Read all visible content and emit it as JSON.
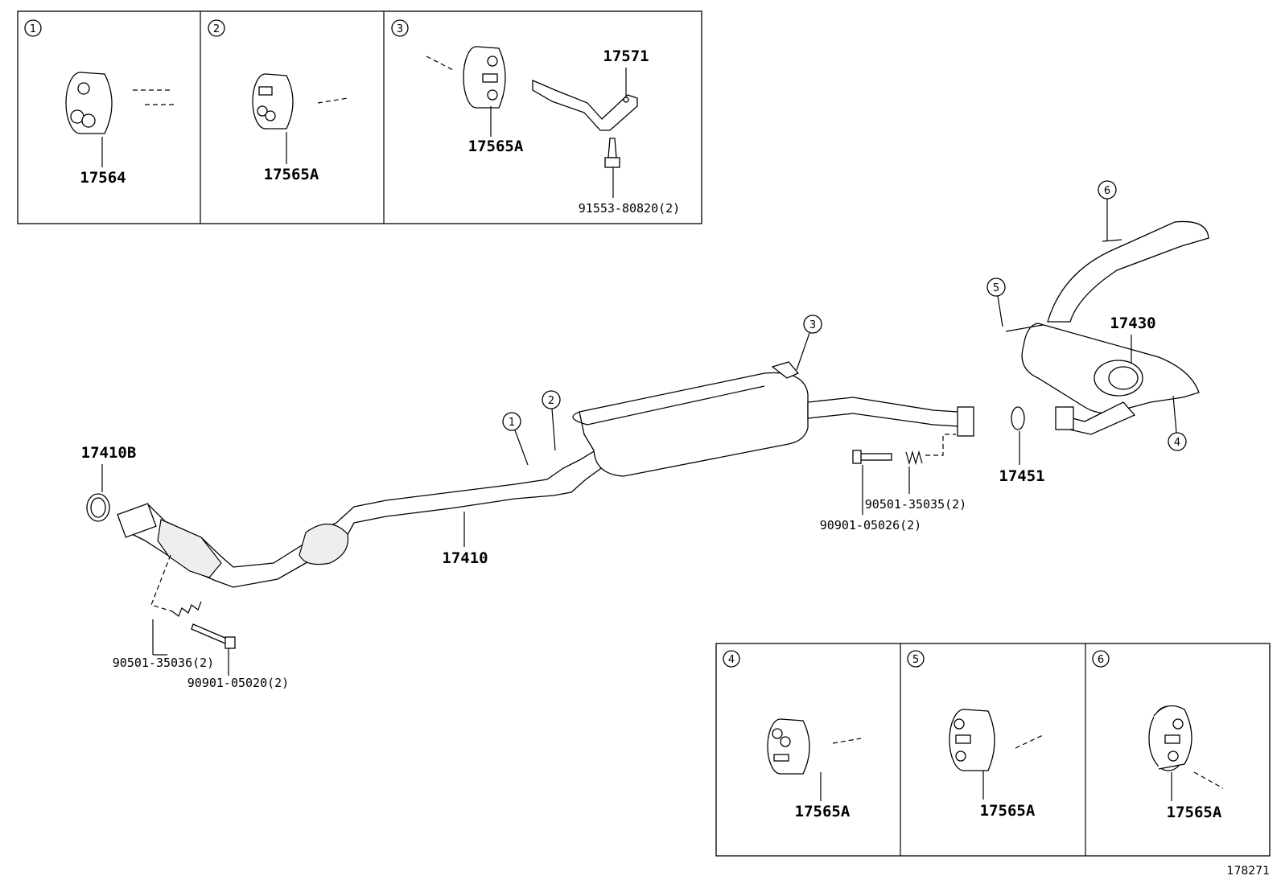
{
  "diagram_id": "178271",
  "top_panels": [
    {
      "callout": "1",
      "parts": [
        "17564"
      ]
    },
    {
      "callout": "2",
      "parts": [
        "17565A"
      ]
    },
    {
      "callout": "3",
      "parts": [
        "17565A",
        "17571",
        "91553-80820(2)"
      ]
    }
  ],
  "bottom_panels": [
    {
      "callout": "4",
      "parts": [
        "17565A"
      ]
    },
    {
      "callout": "5",
      "parts": [
        "17565A"
      ]
    },
    {
      "callout": "6",
      "parts": [
        "17565A"
      ]
    }
  ],
  "main_labels": {
    "gasket_front": "17410B",
    "front_pipe": "17410",
    "gasket_mid": "17451",
    "tail_pipe": "17430",
    "spring_front": "90501-35036(2)",
    "bolt_front": "90901-05020(2)",
    "spring_mid": "90501-35035(2)",
    "bolt_mid": "90901-05026(2)"
  },
  "main_callouts": [
    "1",
    "2",
    "3",
    "4",
    "5",
    "6"
  ]
}
